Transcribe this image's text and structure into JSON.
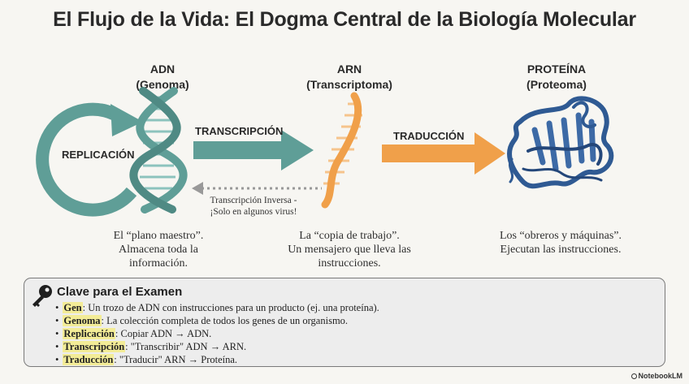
{
  "title": "El Flujo de la Vida: El Dogma Central de la Biología Molecular",
  "columns": [
    {
      "name": "ADN",
      "subtitle": "(Genoma)",
      "desc": [
        "El “plano maestro”.",
        "Almacena toda la",
        "información."
      ]
    },
    {
      "name": "ARN",
      "subtitle": "(Transcriptoma)",
      "desc": [
        "La “copia de trabajo”.",
        "Un mensajero que lleva las",
        "instrucciones."
      ]
    },
    {
      "name": "PROTEÍNA",
      "subtitle": "(Proteoma)",
      "desc": [
        "Los “obreros y máquinas”.",
        "Ejecutan las instrucciones."
      ]
    }
  ],
  "processes": {
    "replication": "REPLICACIÓN",
    "transcription": "TRANSCRIPCIÓN",
    "translation": "TRADUCCIÓN",
    "reverse": [
      "Transcripción Inversa -",
      "¡Solo en algunos virus!"
    ]
  },
  "key": {
    "title": "Clave para el Examen",
    "items": [
      {
        "term": "Gen",
        "text": ": Un trozo de ADN con instrucciones para un producto (ej. una proteína)."
      },
      {
        "term": "Genoma",
        "text": ": La colección completa de todos los genes de un organismo."
      },
      {
        "term": "Replicación",
        "text": ": Copiar ADN → ADN."
      },
      {
        "term": "Transcripción",
        "text": ": \"Transcribir\" ADN → ARN."
      },
      {
        "term": "Traducción",
        "text": ": \"Traducir\" ARN → Proteína."
      }
    ]
  },
  "brand": "NotebookLM",
  "colors": {
    "dna": "#5f9e97",
    "rna": "#f0a04a",
    "protein": "#2f5a93",
    "key_highlight": "#f3ec97"
  },
  "icons": [
    "key-icon",
    "dna-helix-icon",
    "rna-strand-icon",
    "protein-structure-icon"
  ]
}
